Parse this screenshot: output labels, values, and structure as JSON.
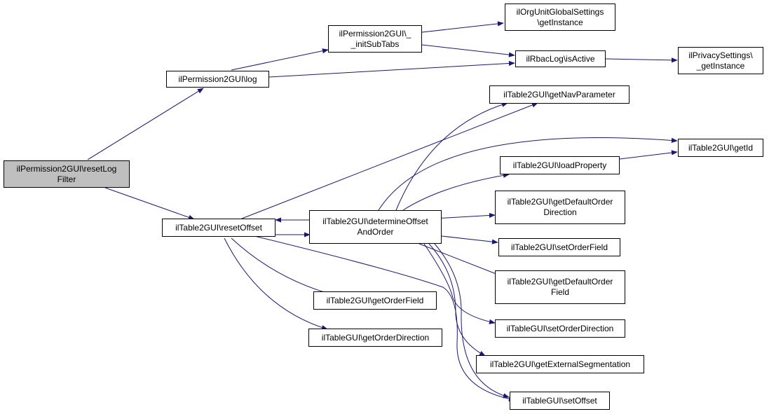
{
  "colors": {
    "edge": "#191970",
    "root_fill": "#bfbfbf",
    "node_fill": "#ffffff",
    "node_border": "#000000"
  },
  "nodes": {
    "reset_log_filter": [
      "ilPermission2GUI\\resetLog",
      "Filter"
    ],
    "permission_log": [
      "ilPermission2GUI\\log"
    ],
    "init_sub_tabs": [
      "ilPermission2GUI\\_",
      "_initSubTabs"
    ],
    "org_unit_global_settings": [
      "ilOrgUnitGlobalSettings",
      "\\getInstance"
    ],
    "rbac_log_is_active": [
      "ilRbacLog\\isActive"
    ],
    "privacy_settings": [
      "ilPrivacySettings\\",
      "_getInstance"
    ],
    "get_nav_parameter": [
      "ilTable2GUI\\getNavParameter"
    ],
    "get_id": [
      "ilTable2GUI\\getId"
    ],
    "load_property": [
      "ilTable2GUI\\loadProperty"
    ],
    "reset_offset": [
      "ilTable2GUI\\resetOffset"
    ],
    "determine_offset_and_order": [
      "ilTable2GUI\\determineOffset",
      "AndOrder"
    ],
    "get_default_order_direction": [
      "ilTable2GUI\\getDefaultOrder",
      "Direction"
    ],
    "set_order_field": [
      "ilTable2GUI\\setOrderField"
    ],
    "get_default_order_field": [
      "ilTable2GUI\\getDefaultOrder",
      "Field"
    ],
    "get_order_field": [
      "ilTable2GUI\\getOrderField"
    ],
    "get_order_direction": [
      "ilTableGUI\\getOrderDirection"
    ],
    "set_order_direction": [
      "ilTableGUI\\setOrderDirection"
    ],
    "get_external_segmentation": [
      "ilTable2GUI\\getExternalSegmentation"
    ],
    "set_offset": [
      "ilTableGUI\\setOffset"
    ]
  }
}
